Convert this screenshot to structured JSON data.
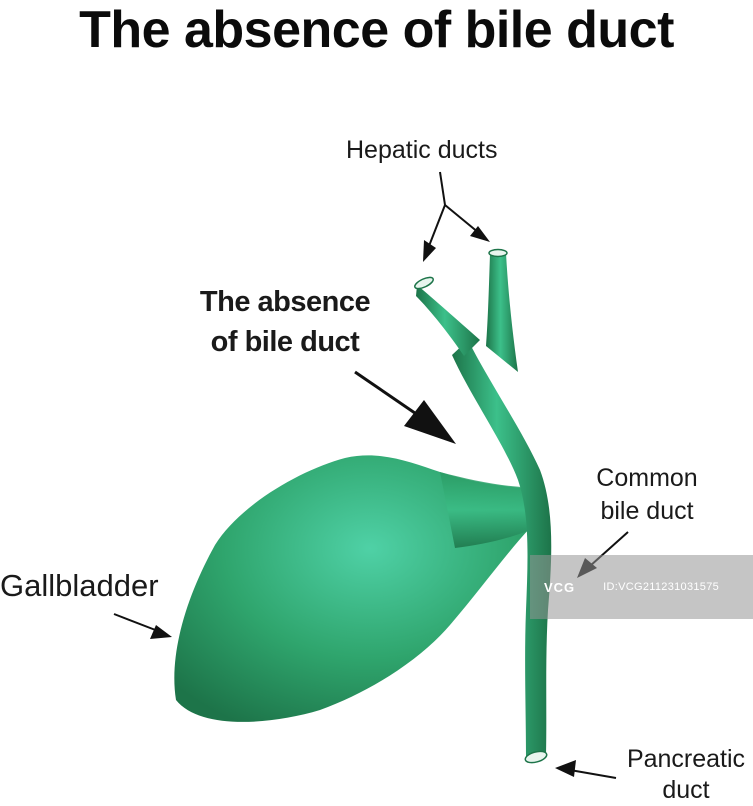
{
  "title": "The absence of bile duct",
  "labels": {
    "hepatic_ducts": "Hepatic ducts",
    "absence_line1": "The absence",
    "absence_line2": "of bile duct",
    "gallbladder": "Gallbladder",
    "common_line1": "Common",
    "common_line2": "bile duct",
    "pancreatic_line1": "Pancreatic",
    "pancreatic_line2": "duct"
  },
  "watermark": {
    "logo": "VCG",
    "id": "ID:VCG211231031575"
  },
  "colors": {
    "organ_dark": "#1f7a4f",
    "organ_mid": "#2fa56d",
    "organ_light": "#4fd1a6",
    "arrow": "#111111"
  }
}
